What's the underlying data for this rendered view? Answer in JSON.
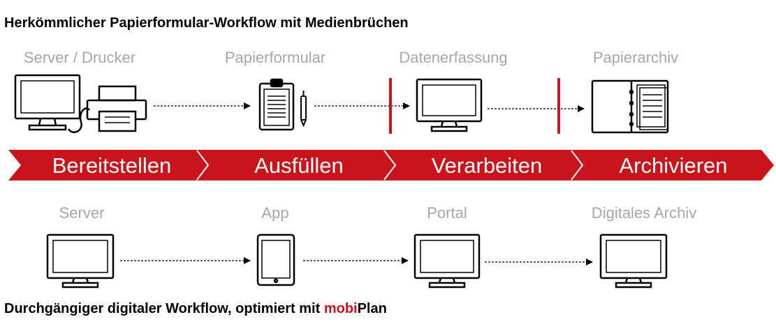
{
  "top_title": "Herkömmlicher Papierformular-Workflow mit Medienbrüchen",
  "bottom_title": {
    "prefix": "Durchgängiger digitaler Workflow, optimiert mit ",
    "brand_highlight": "mobi",
    "brand_rest": "Plan"
  },
  "top_stages": [
    "Server / Drucker",
    "Papierformular",
    "Datenerfassung",
    "Papierarchiv"
  ],
  "process_steps": [
    "Bereitstellen",
    "Ausfüllen",
    "Verarbeiten",
    "Archivieren"
  ],
  "bottom_stages": [
    "Server",
    "App",
    "Portal",
    "Digitales Archiv"
  ],
  "colors": {
    "brand_red": "#c8141c",
    "label_grey": "#a6a6a6",
    "text": "#000000"
  },
  "icons": {
    "top": [
      "monitor-icon",
      "printer-icon",
      "clipboard-form-icon",
      "pen-icon",
      "monitor-icon",
      "binder-archive-icon"
    ],
    "bottom": [
      "monitor-icon",
      "tablet-icon",
      "monitor-icon",
      "monitor-icon"
    ]
  }
}
